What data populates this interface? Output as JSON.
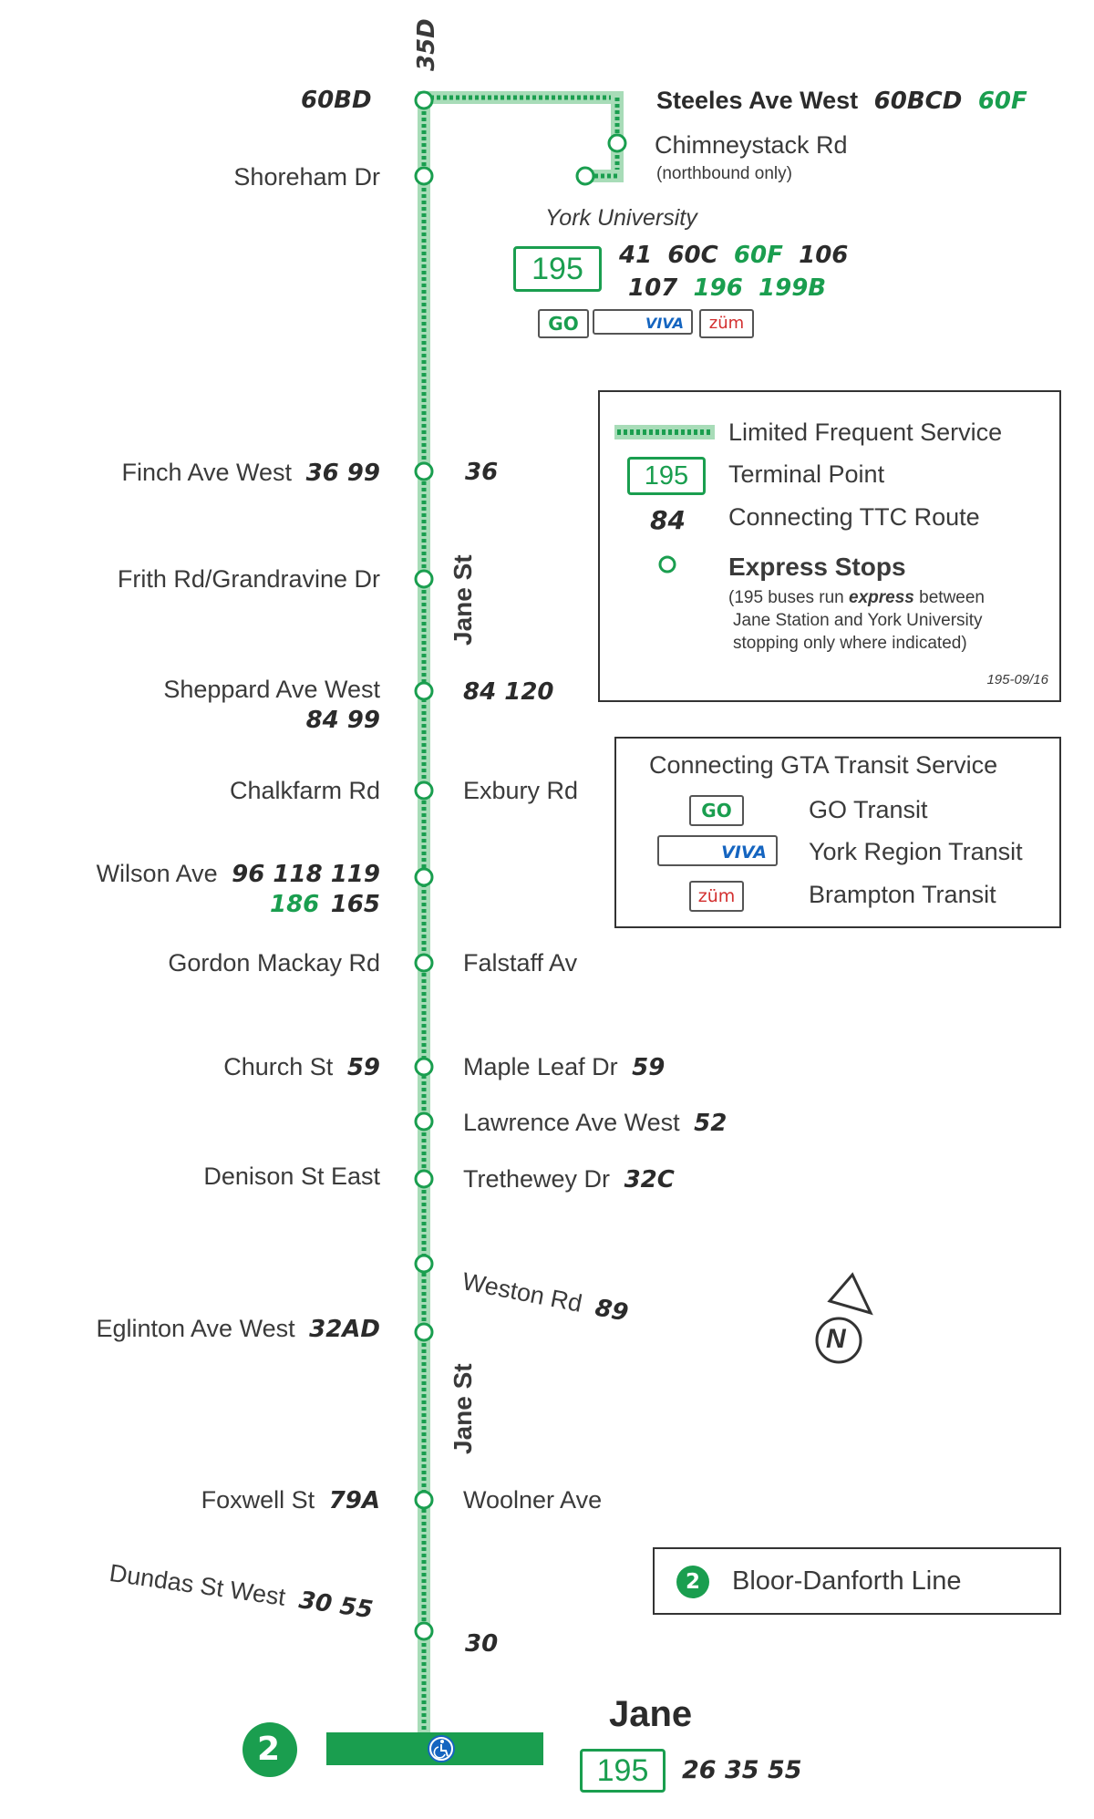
{
  "route_labels": {
    "top_vertical": "35D",
    "top_left": "60BD"
  },
  "stops_left": [
    {
      "name": "Shoreham Dr",
      "routes": ""
    },
    {
      "name": "Finch Ave West",
      "routes": "36  99"
    },
    {
      "name": "Frith Rd/Grandravine Dr",
      "routes": ""
    },
    {
      "name": "Sheppard Ave West",
      "routes": "84  99"
    },
    {
      "name": "Chalkfarm Rd",
      "routes": ""
    },
    {
      "name": "Wilson Ave",
      "routes_black_1": "96  118  119",
      "routes_green_2": "186",
      "routes_black_2": "165"
    },
    {
      "name": "Gordon Mackay Rd",
      "routes": ""
    },
    {
      "name": "Church St",
      "routes": "59"
    },
    {
      "name": "Denison St East",
      "routes": ""
    },
    {
      "name": "Eglinton Ave West",
      "routes": "32AD"
    },
    {
      "name": "Foxwell St",
      "routes": "79A"
    },
    {
      "name": "Dundas St West",
      "routes": "30  55"
    }
  ],
  "stops_right": [
    {
      "name": "Steeles Ave West",
      "routes_black": "60BCD",
      "routes_green": "60F"
    },
    {
      "name": "Chimneystack Rd",
      "note": "(northbound only)"
    },
    {
      "name": "",
      "routes": "36"
    },
    {
      "name": "",
      "routes": "84  120"
    },
    {
      "name": "Exbury Rd"
    },
    {
      "name": "Falstaff Av"
    },
    {
      "name": "Maple Leaf Dr",
      "routes": "59"
    },
    {
      "name": "Lawrence Ave West",
      "routes": "52"
    },
    {
      "name": "Trethewey Dr",
      "routes": "32C"
    },
    {
      "name": "Weston Rd",
      "routes": "89"
    },
    {
      "name": "Woolner Ave"
    },
    {
      "name": "",
      "routes": "30"
    }
  ],
  "street_name": "Jane St",
  "york_university": {
    "title": "York University",
    "terminal": "195",
    "row1": [
      {
        "t": "41",
        "g": false
      },
      {
        "t": "60C",
        "g": false
      },
      {
        "t": "60F",
        "g": true
      },
      {
        "t": "106",
        "g": false
      }
    ],
    "row2": [
      {
        "t": "107",
        "g": false
      },
      {
        "t": "196",
        "g": true
      },
      {
        "t": "199B",
        "g": true
      }
    ]
  },
  "legend": {
    "limited": "Limited Frequent Service",
    "terminal_label": "195",
    "terminal": "Terminal Point",
    "connect_route_label": "84",
    "connect": "Connecting TTC Route",
    "express_title": "Express Stops",
    "express_note_1a": "(195 buses run ",
    "express_note_1b": "express",
    "express_note_1c": " between",
    "express_note_2": "Jane Station and York University",
    "express_note_3": "stopping only where indicated)",
    "code": "195-09/16"
  },
  "gta": {
    "title": "Connecting GTA Transit Service",
    "go": "GO Transit",
    "yrt": "York Region Transit",
    "brampton": "Brampton Transit",
    "go_logo": "GO",
    "viva_logo": "VIVA",
    "zum_logo": "züm"
  },
  "line": {
    "number": "2",
    "name": "Bloor-Danforth Line"
  },
  "station": {
    "name": "Jane",
    "terminal": "195",
    "routes": "26  35  55",
    "line_number": "2"
  },
  "north": "N",
  "colors": {
    "green": "#1a9e4f",
    "accent_blue": "#1565c0",
    "zum_red": "#d32f2f"
  },
  "icons": [
    "north-arrow-icon",
    "wheelchair-icon",
    "go-transit-logo",
    "viva-logo",
    "zum-logo",
    "subway-line-2-icon"
  ]
}
